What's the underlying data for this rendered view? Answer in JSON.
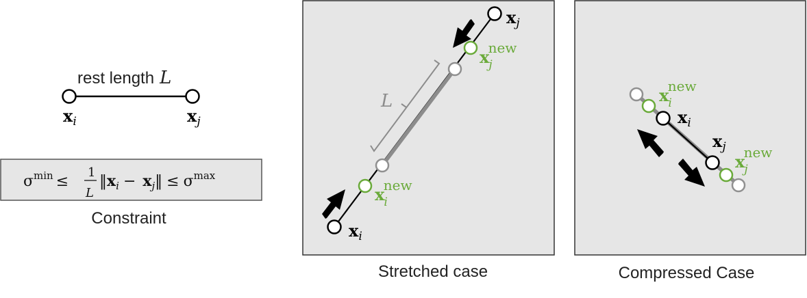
{
  "left": {
    "rest_label": "rest length",
    "rest_symbol": "L",
    "xi_base": "x",
    "xi_sub": "i",
    "xj_base": "x",
    "xj_sub": "j",
    "constraint_caption": "Constraint",
    "equation": {
      "sigma": "σ",
      "min": "min",
      "max": "max",
      "leq": "≤",
      "one": "1",
      "L": "L",
      "open": "‖",
      "close": "‖",
      "x": "x",
      "i": "i",
      "j": "j",
      "minus": "−"
    }
  },
  "stretched": {
    "caption": "Stretched case",
    "xi_base": "x",
    "xi_sub": "i",
    "xj_base": "x",
    "xj_sub": "j",
    "xi_new_base": "x",
    "xi_new_sub": "i",
    "xi_new_sup": "new",
    "xj_new_base": "x",
    "xj_new_sub": "j",
    "xj_new_sup": "new",
    "L_label": "L"
  },
  "compressed": {
    "caption": "Compressed Case",
    "xi_base": "x",
    "xi_sub": "i",
    "xj_base": "x",
    "xj_sub": "j",
    "xi_new_base": "x",
    "xi_new_sub": "i",
    "xi_new_sup": "new",
    "xj_new_base": "x",
    "xj_new_sub": "j",
    "xj_new_sup": "new"
  },
  "colors": {
    "panel_bg": "#e6e6e6",
    "green": "#6aaa3a",
    "gray": "#909090",
    "black": "#000000"
  }
}
